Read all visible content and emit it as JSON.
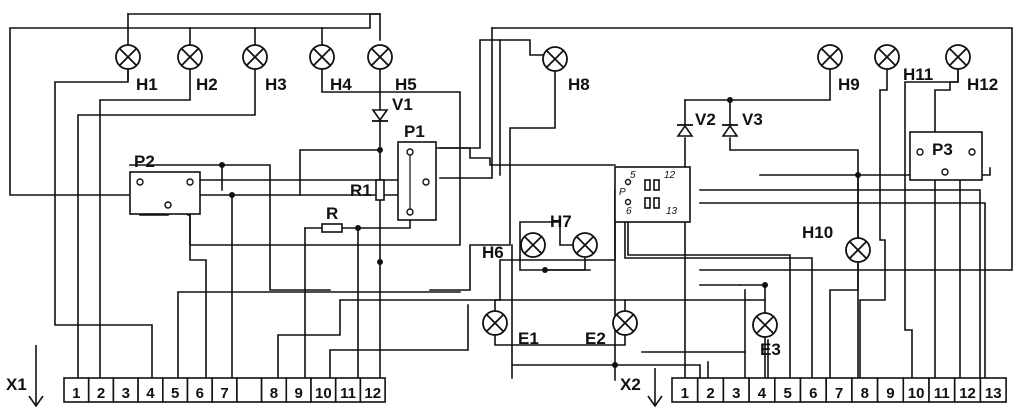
{
  "labels": {
    "H1": "H1",
    "H2": "H2",
    "H3": "H3",
    "H4": "H4",
    "H5": "H5",
    "H6": "H6",
    "H7": "H7",
    "H8": "H8",
    "H9": "H9",
    "H10": "H10",
    "H11": "H11",
    "H12": "H12",
    "E1": "E1",
    "E2": "E2",
    "E3": "E3",
    "V1": "V1",
    "V2": "V2",
    "V3": "V3",
    "P1": "P1",
    "P2": "P2",
    "P3": "P3",
    "R": "R",
    "R1": "R1"
  },
  "relay_pins": {
    "p5": "5",
    "p12": "12",
    "pP": "P",
    "p6": "6",
    "p13": "13"
  },
  "connectors": {
    "x1": {
      "name": "X1",
      "pins": [
        "1",
        "2",
        "3",
        "4",
        "5",
        "6",
        "7",
        "",
        "8",
        "9",
        "10",
        "11",
        "12"
      ]
    },
    "x2": {
      "name": "X2",
      "pins": [
        "1",
        "2",
        "3",
        "4",
        "5",
        "6",
        "7",
        "8",
        "9",
        "10",
        "11",
        "12",
        "13"
      ]
    }
  }
}
